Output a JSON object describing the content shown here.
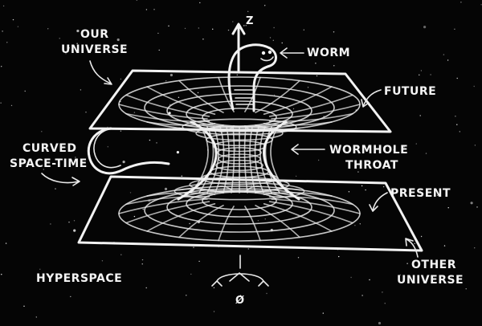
{
  "labels": {
    "our_universe_1": "OUR",
    "our_universe_2": "UNIVERSE",
    "worm": "WORM",
    "future": "FUTURE",
    "curved_1": "CURVED",
    "curved_2": "SPACE-TIME",
    "throat_1": "WORMHOLE",
    "throat_2": "THROAT",
    "present": "PRESENT",
    "other_1": "OTHER",
    "other_2": "UNIVERSE",
    "hyperspace": "HYPERSPACE",
    "z_axis": "Z",
    "phi": "Ø"
  },
  "colors": {
    "background": "#050505",
    "chalk": "#f2f2f2"
  }
}
